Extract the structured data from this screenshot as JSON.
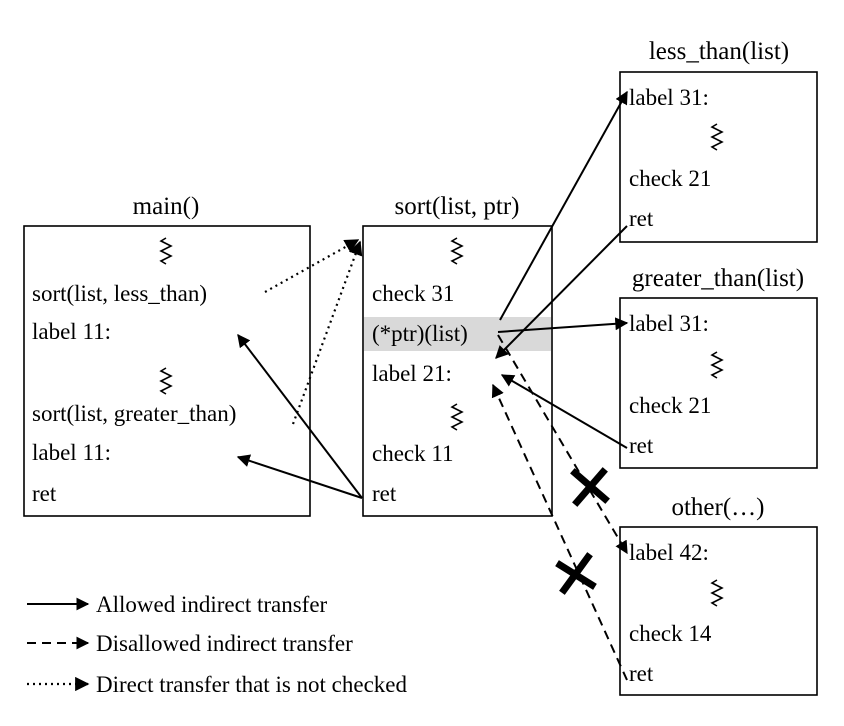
{
  "boxes": {
    "main": {
      "title": "main()",
      "lines": [
        "sort(list, less_than)",
        "label 11:",
        "sort(list, greater_than)",
        "label 11:",
        "ret"
      ]
    },
    "sort": {
      "title": "sort(list, ptr)",
      "lines": [
        "check 31",
        "(*ptr)(list)",
        "label 21:",
        "check 11",
        "ret"
      ]
    },
    "less_than": {
      "title": "less_than(list)",
      "lines": [
        "label 31:",
        "check 21",
        "ret"
      ]
    },
    "greater_than": {
      "title": "greater_than(list)",
      "lines": [
        "label 31:",
        "check 21",
        "ret"
      ]
    },
    "other": {
      "title": "other(…)",
      "lines": [
        "label 42:",
        "check 14",
        "ret"
      ]
    }
  },
  "legend": {
    "solid": "Allowed indirect transfer",
    "dashed": "Disallowed indirect transfer",
    "dotted": "Direct transfer that is not checked"
  },
  "icons": {
    "ellipsis": "squiggle-icon",
    "blocked": "cross-icon"
  }
}
